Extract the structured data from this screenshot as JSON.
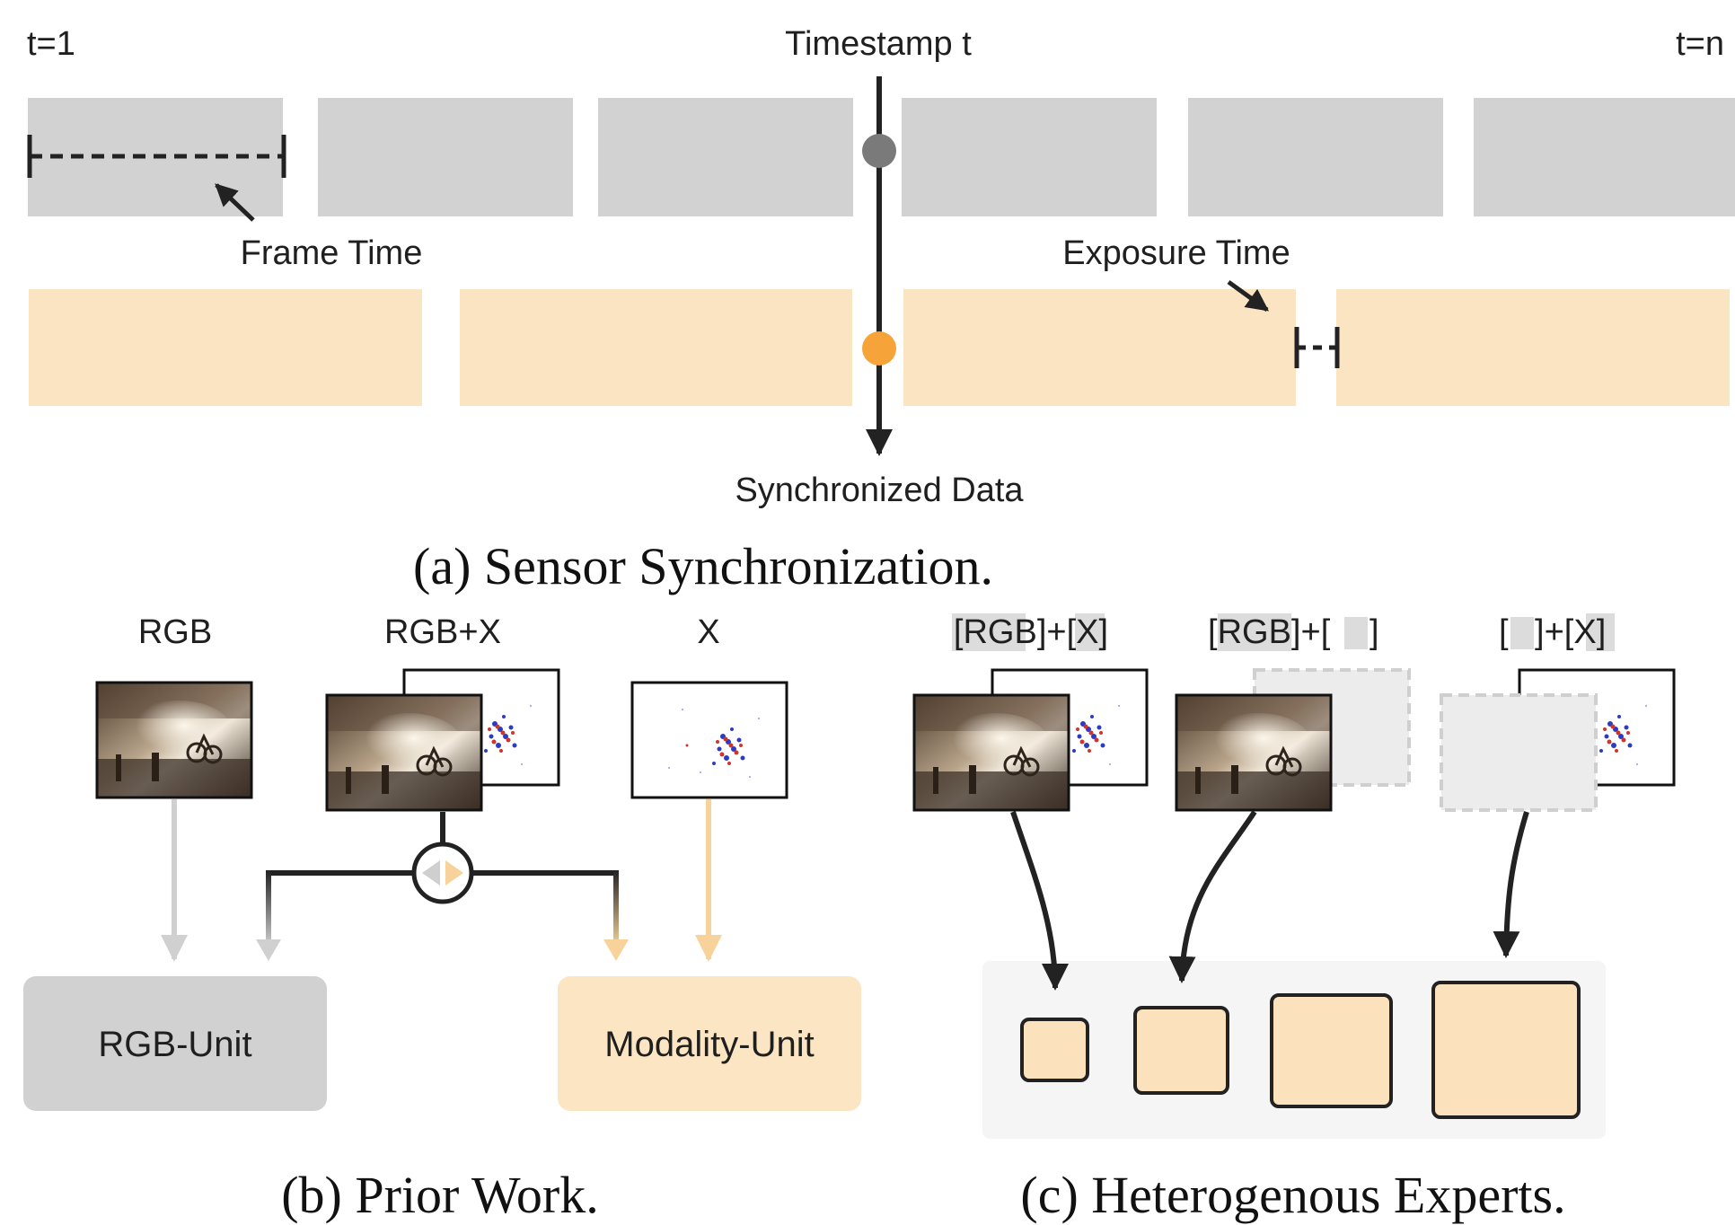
{
  "colors": {
    "gray_block": "#d2d2d2",
    "peach_block": "#fbe4c1",
    "line": "#222222",
    "gray_dot": "#7a7a7a",
    "orange_dot": "#f6a43a",
    "light_gray_arrow": "#d0d0d0",
    "light_orange_arrow": "#f7d39b",
    "rgb_unit_fill": "#d1d1d1",
    "modality_unit_fill": "#fbe5c3",
    "expert_panel": "#f5f5f5",
    "expert_fill": "#fbe2bd",
    "placeholder_fill": "#ececec"
  },
  "panel_a": {
    "label_t1": "t=1",
    "label_timestamp": "Timestamp t",
    "label_tn": "t=n",
    "label_frame_time": "Frame Time",
    "label_exposure_time": "Exposure Time",
    "label_synchronized": "Synchronized Data",
    "caption_prefix": "(a) ",
    "caption_title": "Sensor Synchronization."
  },
  "panel_b": {
    "label_rgb": "RGB",
    "label_rgb_x": "RGB+X",
    "label_x": "X",
    "rgb_unit": "RGB-Unit",
    "modality_unit": "Modality-Unit",
    "caption_prefix": "(b) ",
    "caption_title": "Prior Work."
  },
  "panel_c": {
    "labels": [
      {
        "lb1": "[",
        "t1": "RGB",
        "rb1": "]",
        "plus": "+",
        "lb2": "[",
        "t2": "X",
        "rb2": "]"
      },
      {
        "lb1": "[",
        "t1": "RGB",
        "rb1": "]",
        "plus": "+",
        "lb2": "[",
        "t2": "",
        "rb2": "]"
      },
      {
        "lb1": "[",
        "t1": "",
        "rb1": "]",
        "plus": "+",
        "lb2": "[",
        "t2": "X",
        "rb2": "]"
      }
    ],
    "caption_prefix": "(c) ",
    "caption_title": "Heterogenous Experts."
  }
}
